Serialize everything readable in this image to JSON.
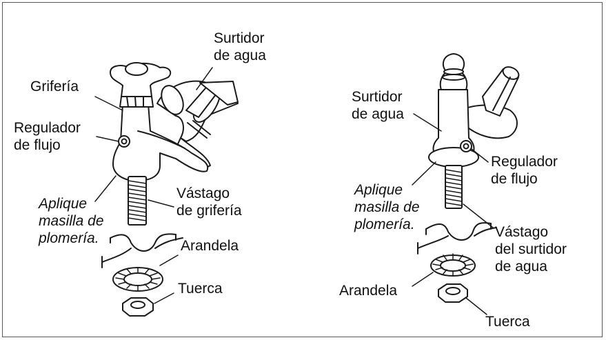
{
  "left_figure": {
    "label_faucet": "Grifería",
    "label_spout_1": "Surtidor",
    "label_spout_2": "de agua",
    "label_flow_1": "Regulador",
    "label_flow_2": "de flujo",
    "label_putty_1": "Aplique",
    "label_putty_2": "masilla de",
    "label_putty_3": "plomería.",
    "label_stem_1": "Vástago",
    "label_stem_2": "de grifería",
    "label_washer": "Arandela",
    "label_nut": "Tuerca"
  },
  "right_figure": {
    "label_spout_1": "Surtidor",
    "label_spout_2": "de agua",
    "label_flow_1": "Regulador",
    "label_flow_2": "de flujo",
    "label_putty_1": "Aplique",
    "label_putty_2": "masilla de",
    "label_putty_3": "plomería.",
    "label_stem_1": "Vástago",
    "label_stem_2": "del surtidor",
    "label_stem_3": "de agua",
    "label_washer": "Arandela",
    "label_nut": "Tuerca"
  },
  "colors": {
    "stroke": "#1a1a1a",
    "background": "#ffffff",
    "border": "#555555"
  }
}
